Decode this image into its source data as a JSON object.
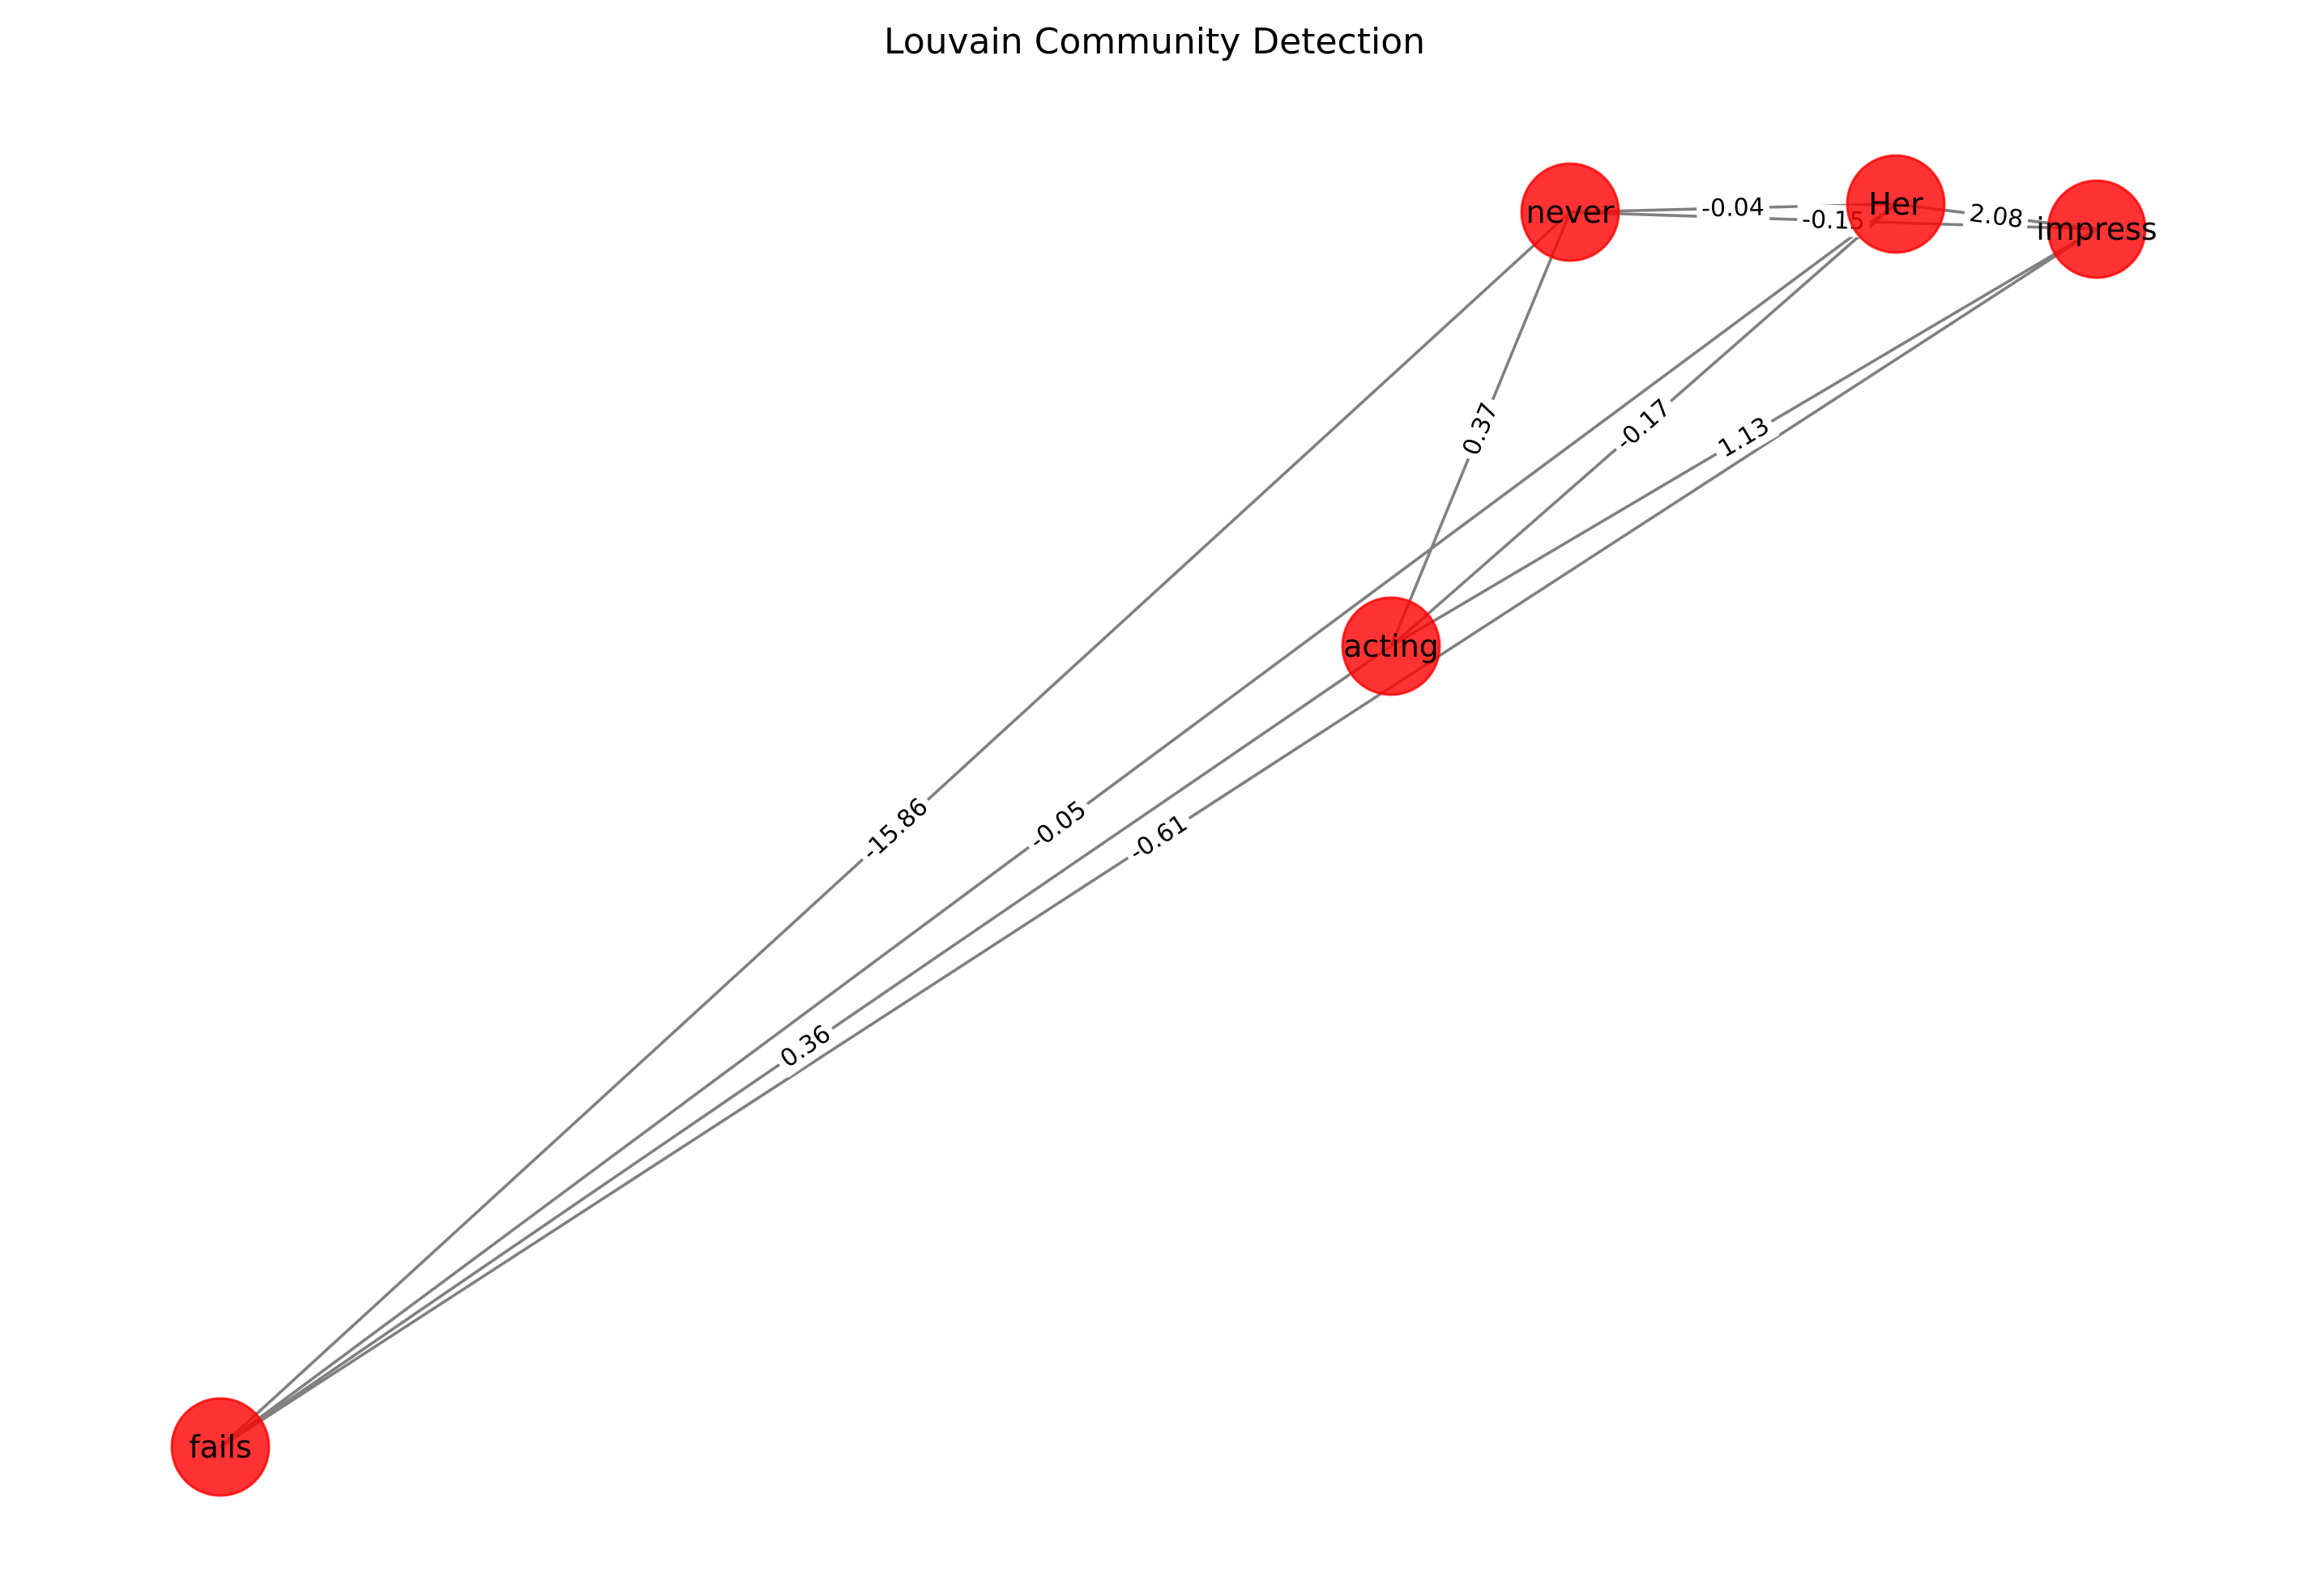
{
  "title": "Louvain Community Detection",
  "colors": {
    "node": "#ff0000",
    "edge": "#808080",
    "text": "#000000",
    "background": "#ffffff"
  },
  "nodes": [
    {
      "id": "never",
      "label": "never"
    },
    {
      "id": "Her",
      "label": "Her"
    },
    {
      "id": "impress",
      "label": "impress"
    },
    {
      "id": "acting",
      "label": "acting"
    },
    {
      "id": "fails",
      "label": "fails"
    }
  ],
  "edges": [
    {
      "source": "never",
      "target": "Her",
      "weight": "-0.04"
    },
    {
      "source": "never",
      "target": "impress",
      "weight": "-0.15"
    },
    {
      "source": "Her",
      "target": "impress",
      "weight": "2.08"
    },
    {
      "source": "never",
      "target": "acting",
      "weight": "0.37"
    },
    {
      "source": "never",
      "target": "fails",
      "weight": "-15.86"
    },
    {
      "source": "Her",
      "target": "acting",
      "weight": "-0.17"
    },
    {
      "source": "Her",
      "target": "fails",
      "weight": "-0.05"
    },
    {
      "source": "impress",
      "target": "acting",
      "weight": "1.13"
    },
    {
      "source": "impress",
      "target": "fails",
      "weight": "-0.61"
    },
    {
      "source": "acting",
      "target": "fails",
      "weight": "0.36"
    }
  ]
}
